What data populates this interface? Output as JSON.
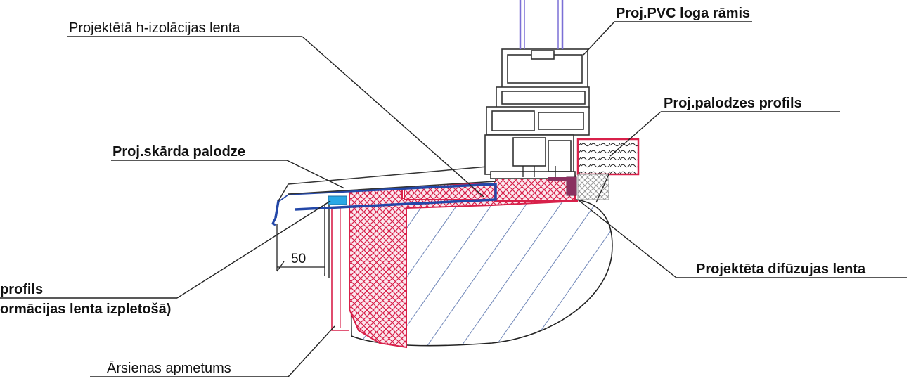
{
  "labels": {
    "pvc_frame": "Proj.PVC loga rāmis",
    "waterproof_tape": "Projektētā h-izolācijas lenta",
    "sill_profile": "Proj.palodzes profils",
    "tin_sill": "Proj.skārda palodze",
    "diffusion_tape": "Projektēta difūzujas lenta",
    "profile_cut_1": "profils",
    "profile_cut_2": "ormācijas lenta izpletošā)",
    "wall_plaster": "Ārsienas apmetums"
  },
  "dimension": {
    "value": "50"
  },
  "colors": {
    "insulation_hatch": "#d8204a",
    "flashing": "#2347a8",
    "sealant": "#29a8e6",
    "glass": "#7a6fd6",
    "line": "#222222"
  }
}
